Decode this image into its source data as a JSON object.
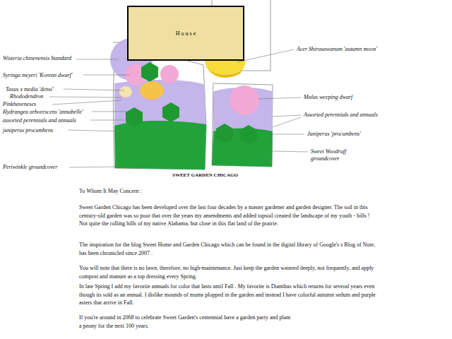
{
  "diagram": {
    "title": "SWEET GARDEN CHICAGO",
    "nodes": [
      {
        "text": [
          "H o u s e"
        ]
      }
    ],
    "labels": [
      "Wisteria chinenensis Standard",
      "Syringa meyeri 'Korean dwarf'",
      "Taxus x media 'densi'",
      "Rhododendron",
      "Pinkhaveneses",
      "Hydrangea arborescens 'annabelle'",
      "assorted perennials and annuals",
      "juniperus procumbens",
      "Periwinkle groundcover",
      "Acer Shirasawanum 'autumn moon'",
      "Malus weeping dwarf",
      "Assorted perennials and annuals",
      "Juniperus 'procumbens'",
      "Sweet Woodruff groundcover",
      "To Whom It May Concern :",
      "Sweet Garden Chicago has been developed over the last four decades by a master gardener and garden designer. The soil in this century-old garden was so poor that over the years my amendments and added topsoil created the landscape of my youth - hills ! Not quite the rolling hills of my native Alabama, but close in this flat land of the prairie.",
      "The inspiration for the blog Sweet Home and Garden Chicago which can be found in the digital library of Google's s Blog of Note, has been chronicled since 2007 .",
      "You will note that there is no lawn, therefore, no high-maintenance. Just keep the garden watered deeply, not frequently, and apply compost and manure as a top dressing every Spring.",
      "In late Spring I add my favorite annuals for color that lasts until Fall . My favorite is Dianthus which returns for several years even though its sold as an annual. I dislike mounds of mums plopped in the garden and instead I have colorful autumn sedum and purple asters that arrive in Fall.",
      "If you're around in 2068 to celebrate Sweet Garden's centennial have a garden party and plant a peony for the next 100 years."
    ]
  }
}
